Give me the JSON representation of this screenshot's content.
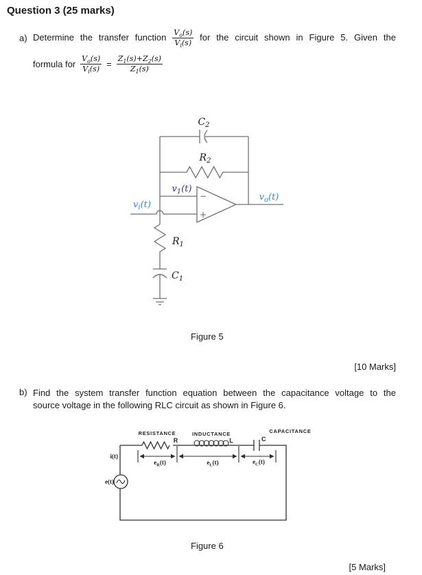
{
  "header": {
    "title": "Question 3 (25 marks)"
  },
  "part_a": {
    "label": "a)",
    "line1_before": "Determine the transfer function",
    "line1_after": "for the circuit shown in Figure 5. Given the",
    "line2_prefix": "formula for",
    "equals": "="
  },
  "math": {
    "vo_vi": {
      "num_base": "V",
      "num_sub": "o",
      "num_tail": "(s)",
      "den_base": "V",
      "den_sub": "i",
      "den_tail": "(s)"
    },
    "z_frac": {
      "num_p1": "Z",
      "num_s1": "1",
      "num_p2": "(s)+Z",
      "num_s2": "2",
      "num_p3": "(s)",
      "den_p1": "Z",
      "den_s1": "1",
      "den_p2": "(s)"
    }
  },
  "figure5": {
    "caption": "Figure 5",
    "marks": "[10 Marks]",
    "labels": {
      "c2": {
        "base": "C",
        "sub": "2"
      },
      "r2": {
        "base": "R",
        "sub": "2"
      },
      "r1": {
        "base": "R",
        "sub": "1"
      },
      "c1": {
        "base": "C",
        "sub": "1"
      },
      "v1": {
        "base": "v",
        "sub": "1",
        "tail": "(t)"
      },
      "vi": {
        "base": "v",
        "sub": "i",
        "tail": "(t)"
      },
      "vo": {
        "base": "v",
        "sub": "o",
        "tail": "(t)"
      },
      "minus": "−",
      "plus": "+"
    },
    "colors": {
      "wire": "#6f6f6f",
      "label_blue": "#3e86c6",
      "label_navy": "#2b3a7e",
      "label_black": "#1a1a1a"
    }
  },
  "part_b": {
    "label": "b)",
    "line1": "Find the system transfer function equation between the capacitance voltage to the",
    "line2": "source voltage in the following RLC circuit as shown in Figure 6."
  },
  "figure6": {
    "caption": "Figure 6",
    "marks": "[5 Marks]",
    "labels": {
      "resistance": "RESISTANCE",
      "r": "R",
      "inductance": "INDUCTANCE",
      "l": "L",
      "capacitance": "CAPACITANCE",
      "c": "C",
      "i": {
        "base": "i",
        "tail": "(t)"
      },
      "e": {
        "base": "e",
        "tail": "(t)"
      },
      "er": {
        "base": "e",
        "sub": "R",
        "tail": "(t)"
      },
      "el": {
        "base": "e",
        "sub": "L",
        "tail": "(t)"
      },
      "ec": {
        "base": "e",
        "sub": "C",
        "tail": "(t)"
      }
    },
    "colors": {
      "wire": "#2e2e2e"
    }
  }
}
